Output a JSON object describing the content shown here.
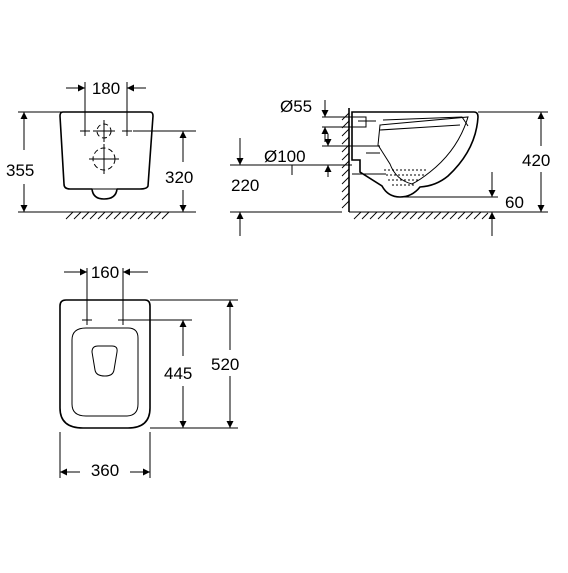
{
  "dimensions": {
    "back_width": "180",
    "back_total_height": "355",
    "back_inlet_height": "320",
    "side_inlet_dia": "Ø55",
    "side_outlet_dia": "Ø100",
    "side_outlet_height": "220",
    "side_total_height": "420",
    "side_bottom_gap": "60",
    "top_fixing_spacing": "160",
    "top_fixing_depth": "445",
    "top_total_length": "520",
    "top_width": "360"
  }
}
